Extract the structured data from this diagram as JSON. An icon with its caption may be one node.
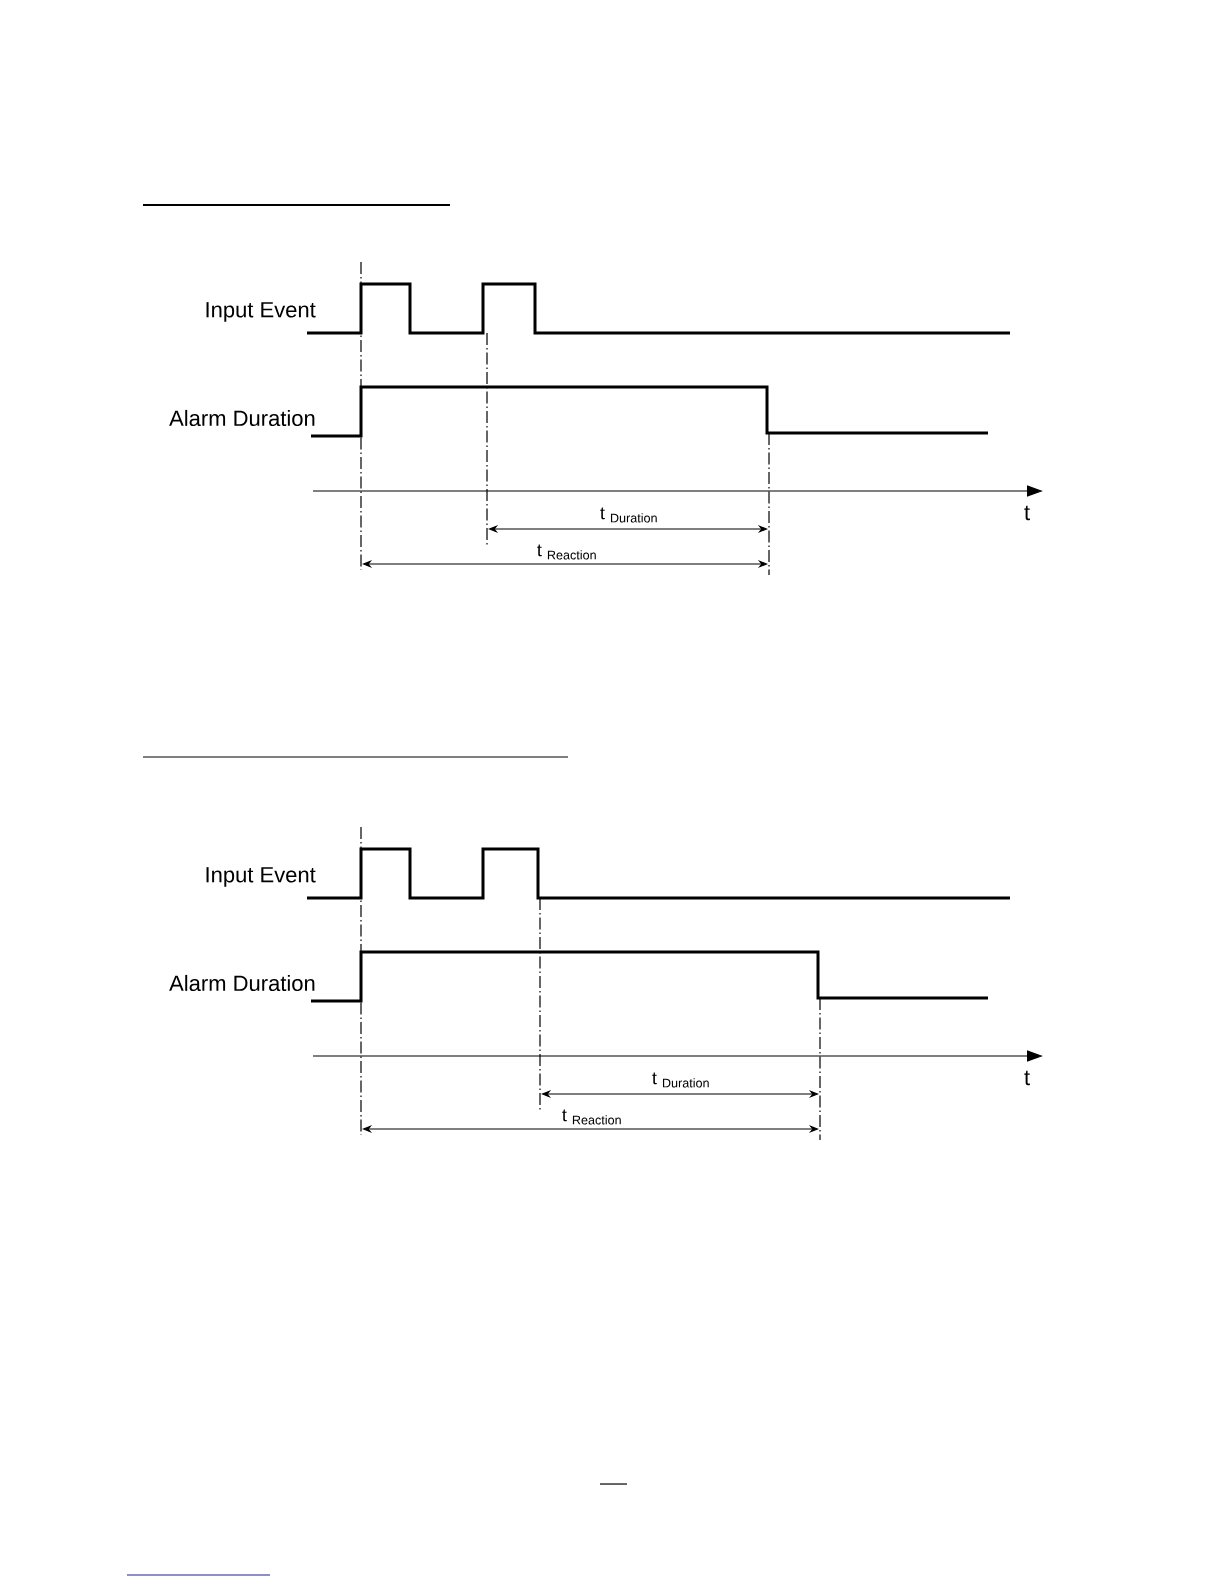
{
  "diagram": {
    "labels": [
      "Input Event",
      "Alarm Duration",
      "t",
      "t $_{Duration}$",
      "t $_{Reaction}$",
      "Input Event",
      "Alarm Duration",
      "t",
      "t $_{Duration}$",
      "t $_{Reaction}$"
    ]
  }
}
